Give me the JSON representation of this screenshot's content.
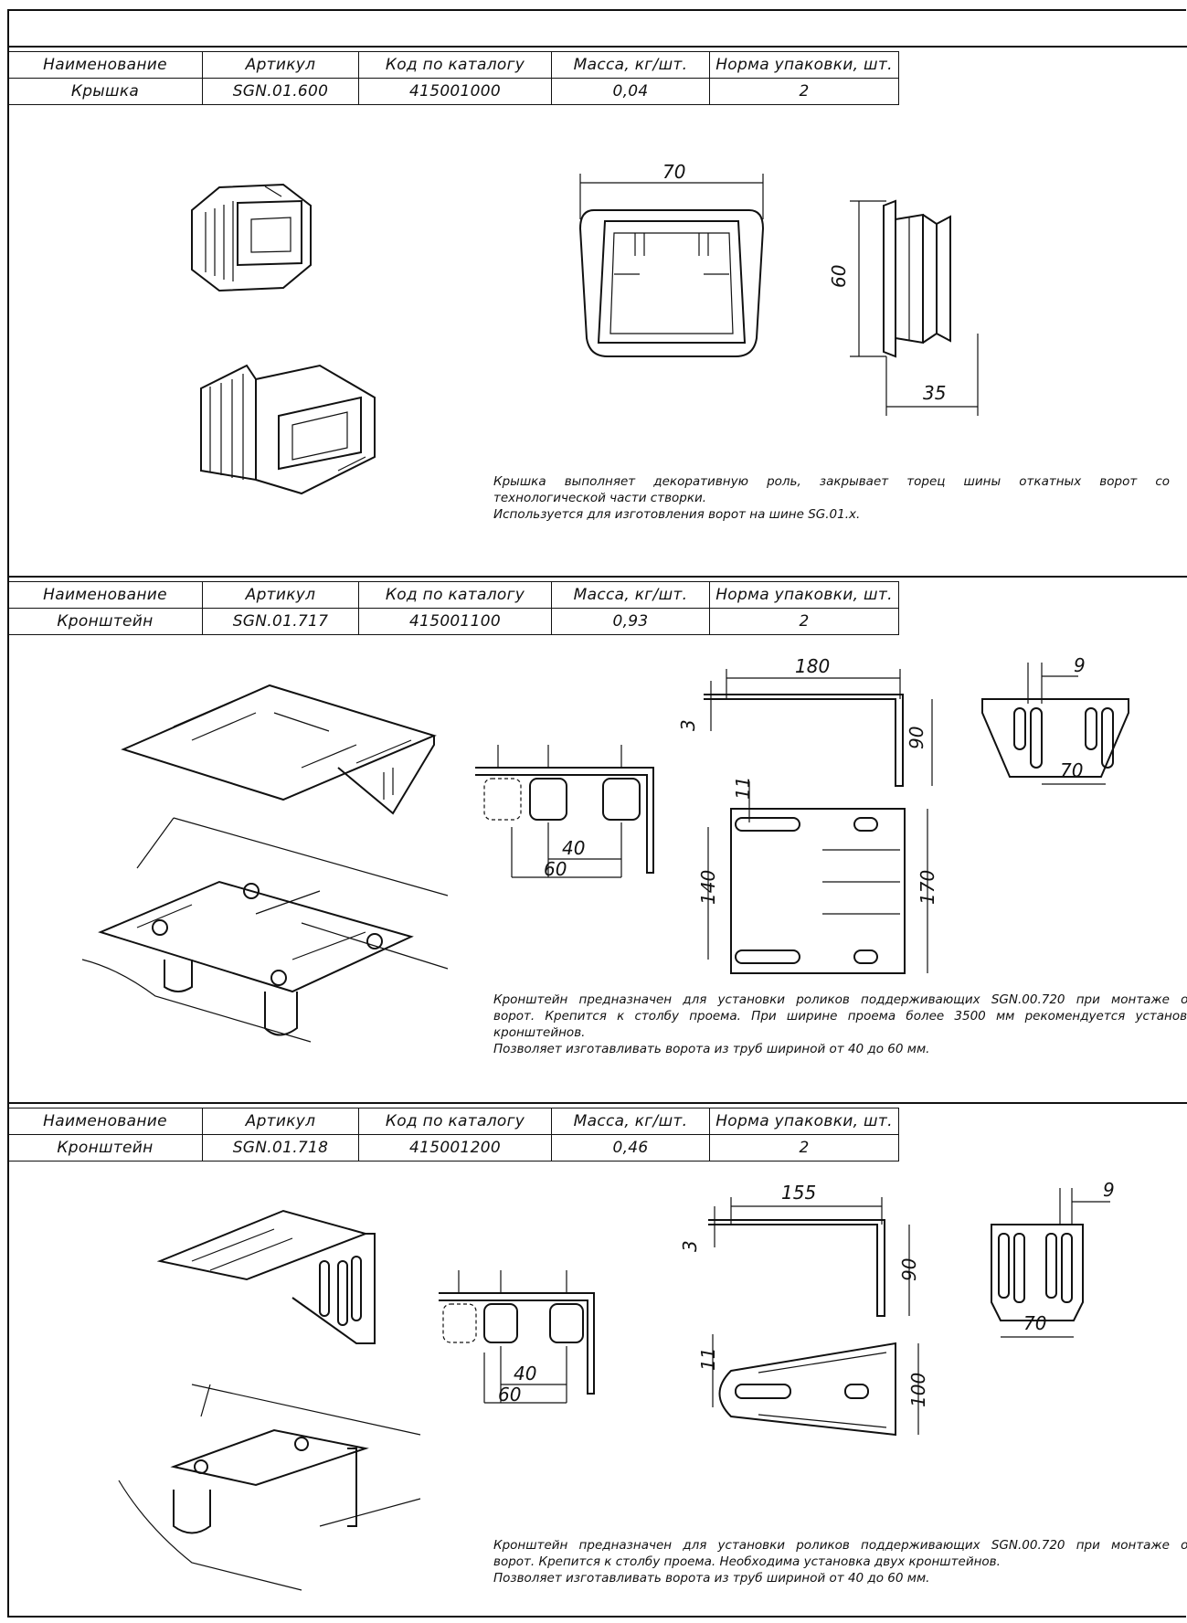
{
  "headers": {
    "name": "Наименование",
    "article": "Артикул",
    "catalog_code": "Код по каталогу",
    "mass": "Масса, кг/шт.",
    "pack": "Норма упаковки, шт."
  },
  "products": [
    {
      "name": "Крышка",
      "article": "SGN.01.600",
      "catalog_code": "415001000",
      "mass": "0,04",
      "pack": "2",
      "dims": {
        "a": "70",
        "b": "60",
        "c": "35"
      },
      "description": [
        "Крышка выполняет декоративную роль, закрывает торец шины откатных ворот со стороны",
        "технологической части створки.",
        "Используется для изготовления ворот на шине SG.01.x."
      ]
    },
    {
      "name": "Кронштейн",
      "article": "SGN.01.717",
      "catalog_code": "415001100",
      "mass": "0,93",
      "pack": "2",
      "dims": {
        "a": "180",
        "b": "3",
        "c": "90",
        "d": "11",
        "e": "140",
        "f": "170",
        "g": "9",
        "h": "70",
        "i": "40",
        "j": "60"
      },
      "description": [
        "Кронштейн предназначен для установки роликов поддерживающих SGN.00.720 при монтаже откатных",
        "ворот. Крепится к столбу проема. При ширине проема более 3500 мм рекомендуется установка двух",
        "кронштейнов.",
        "Позволяет изготавливать ворота из труб шириной от 40 до 60 мм."
      ]
    },
    {
      "name": "Кронштейн",
      "article": "SGN.01.718",
      "catalog_code": "415001200",
      "mass": "0,46",
      "pack": "2",
      "dims": {
        "a": "155",
        "b": "3",
        "c": "90",
        "d": "11",
        "e": "100",
        "g": "9",
        "h": "70",
        "i": "40",
        "j": "60"
      },
      "description": [
        "Кронштейн предназначен для установки роликов поддерживающих SGN.00.720 при монтаже откатных",
        "ворот. Крепится к столбу проема. Необходима установка двух кронштейнов.",
        "Позволяет изготавливать ворота из труб шириной от 40 до 60 мм."
      ]
    }
  ]
}
